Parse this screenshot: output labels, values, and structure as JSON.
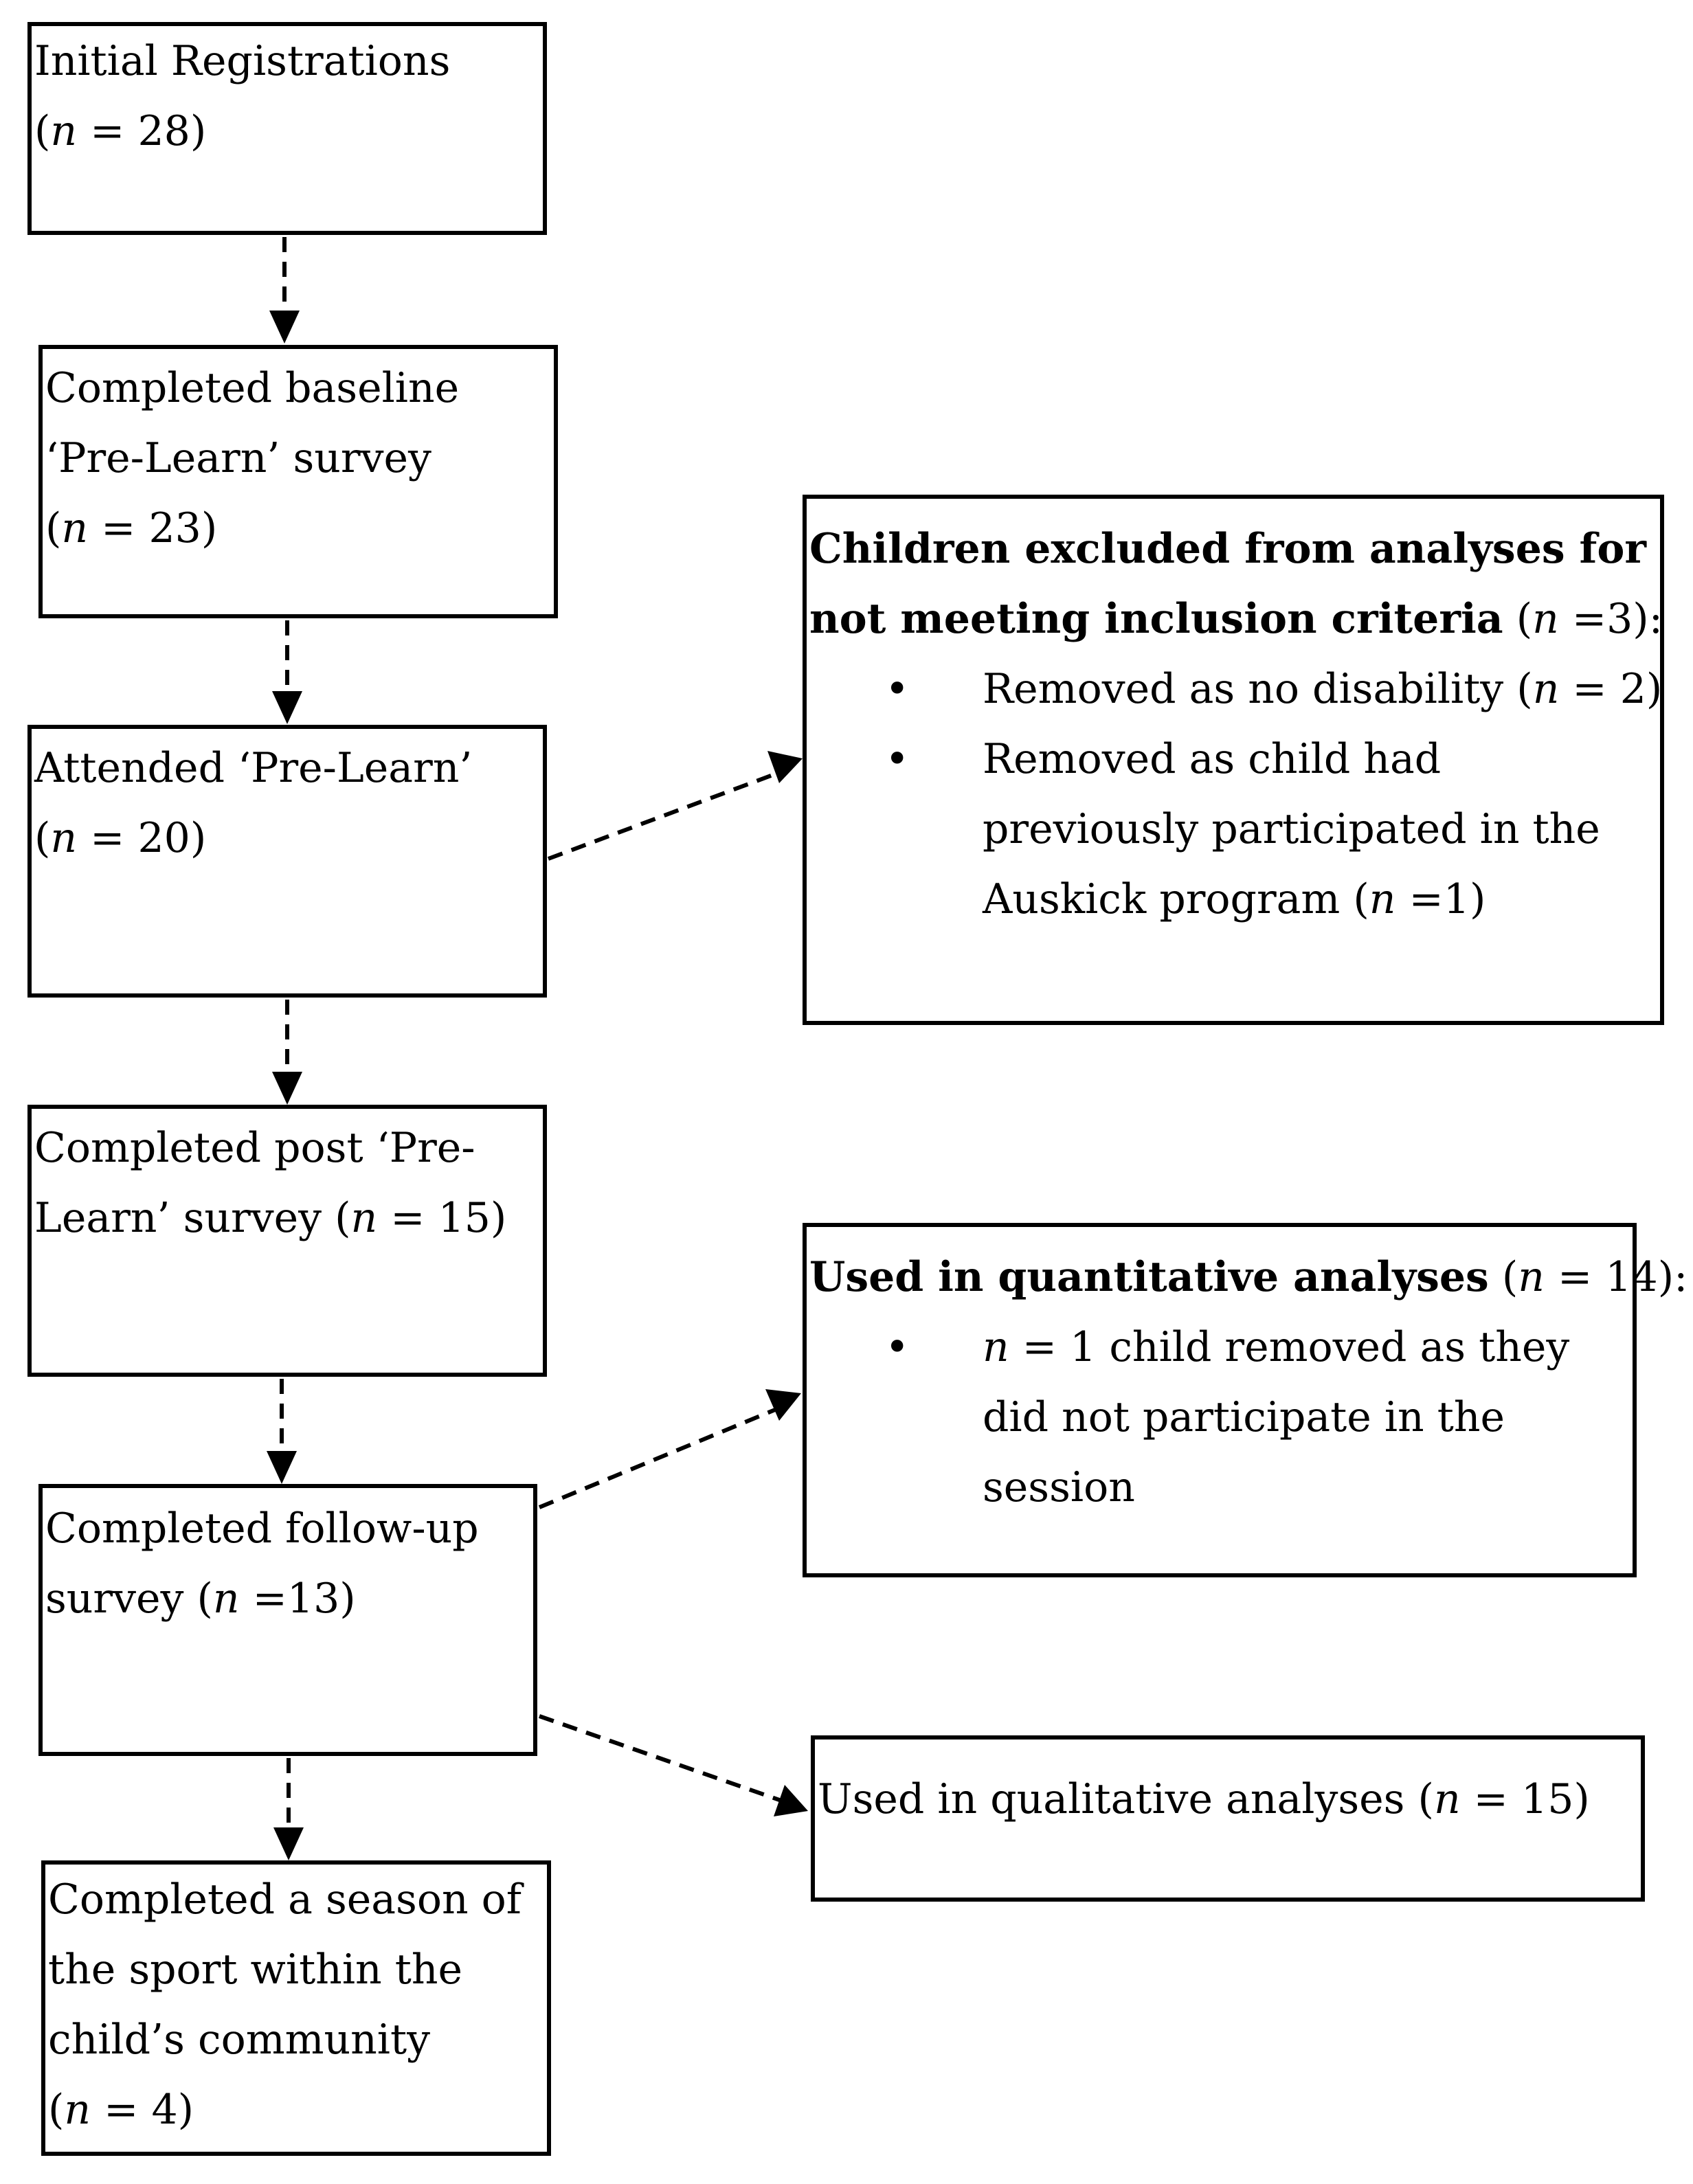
{
  "boxes": {
    "b1": {
      "lines": [
        [
          "Initial Registrations"
        ],
        [
          "(",
          "n",
          " = 28)"
        ]
      ]
    },
    "b2": {
      "lines": [
        [
          "Completed baseline"
        ],
        [
          "‘Pre-Learn’ survey"
        ],
        [
          "(",
          "n",
          " = 23)"
        ]
      ]
    },
    "b3": {
      "lines": [
        [
          "Attended ‘Pre-Learn’"
        ],
        [
          "(",
          "n",
          " = 20)"
        ]
      ]
    },
    "b4": {
      "lines": [
        [
          "Completed post ‘Pre-"
        ],
        [
          "Learn’ survey (",
          "n",
          " = 15)"
        ]
      ]
    },
    "b5": {
      "lines": [
        [
          "Completed follow-up"
        ],
        [
          "survey (",
          "n",
          " =13)"
        ]
      ]
    },
    "b6": {
      "lines": [
        [
          "Completed a season of"
        ],
        [
          "the sport within the"
        ],
        [
          "child’s community"
        ],
        [
          "(",
          "n",
          " = 4)"
        ]
      ]
    }
  },
  "excluded": {
    "heading_line1": "Children excluded from analyses for",
    "heading_line2_bold": "not meeting inclusion criteria",
    "heading_line2_rest": [
      " (",
      "n",
      " =3):"
    ],
    "bullets": [
      {
        "lines": [
          [
            "Removed as no disability (",
            "n",
            " = 2)"
          ]
        ]
      },
      {
        "lines": [
          [
            "Removed as child had"
          ],
          [
            "previously participated in the"
          ],
          [
            "Auskick program (",
            "n",
            " =1)"
          ]
        ]
      }
    ]
  },
  "quantitative": {
    "heading_bold": "Used in quantitative analyses",
    "heading_rest": [
      " (",
      "n",
      " = 14):"
    ],
    "bullets": [
      {
        "lines": [
          [
            "",
            "n",
            " = 1 child removed as they"
          ],
          [
            "did not participate in the"
          ],
          [
            "session"
          ]
        ]
      }
    ]
  },
  "qualitative": {
    "lines": [
      [
        "Used in qualitative analyses (",
        "n",
        " = 15)"
      ]
    ]
  }
}
